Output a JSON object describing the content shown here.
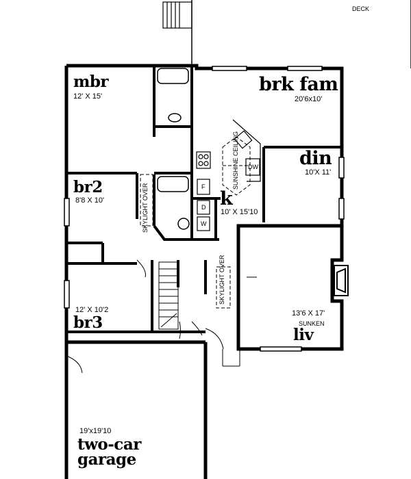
{
  "deck": {
    "label": "DECK"
  },
  "rooms": {
    "mbr": {
      "name": "mbr",
      "size": "12' X 15'"
    },
    "brk_fam": {
      "name": "brk fam",
      "size": "20'6x10'"
    },
    "din": {
      "name": "din",
      "size": "10'X 11'"
    },
    "kitchen": {
      "name": "k",
      "size": "10' X 15'10"
    },
    "br2": {
      "name": "br2",
      "size": "8'8 X 10'"
    },
    "br3": {
      "name": "br3",
      "size": "12' X 10'2"
    },
    "liv": {
      "name": "liv",
      "size": "13'6 X 17'",
      "note": "SUNKEN"
    },
    "garage": {
      "name_line1": "two-car",
      "name_line2": "garage",
      "size": "19'x19'10"
    }
  },
  "annotations": {
    "skylight_1": "SKYLIGHT OVER",
    "skylight_2": "SKYLIGHT OVER",
    "sunshine": "SUNSHINE CEILING",
    "dishwasher": "DW",
    "fridge": "F",
    "dryer": "D",
    "washer": "W"
  }
}
